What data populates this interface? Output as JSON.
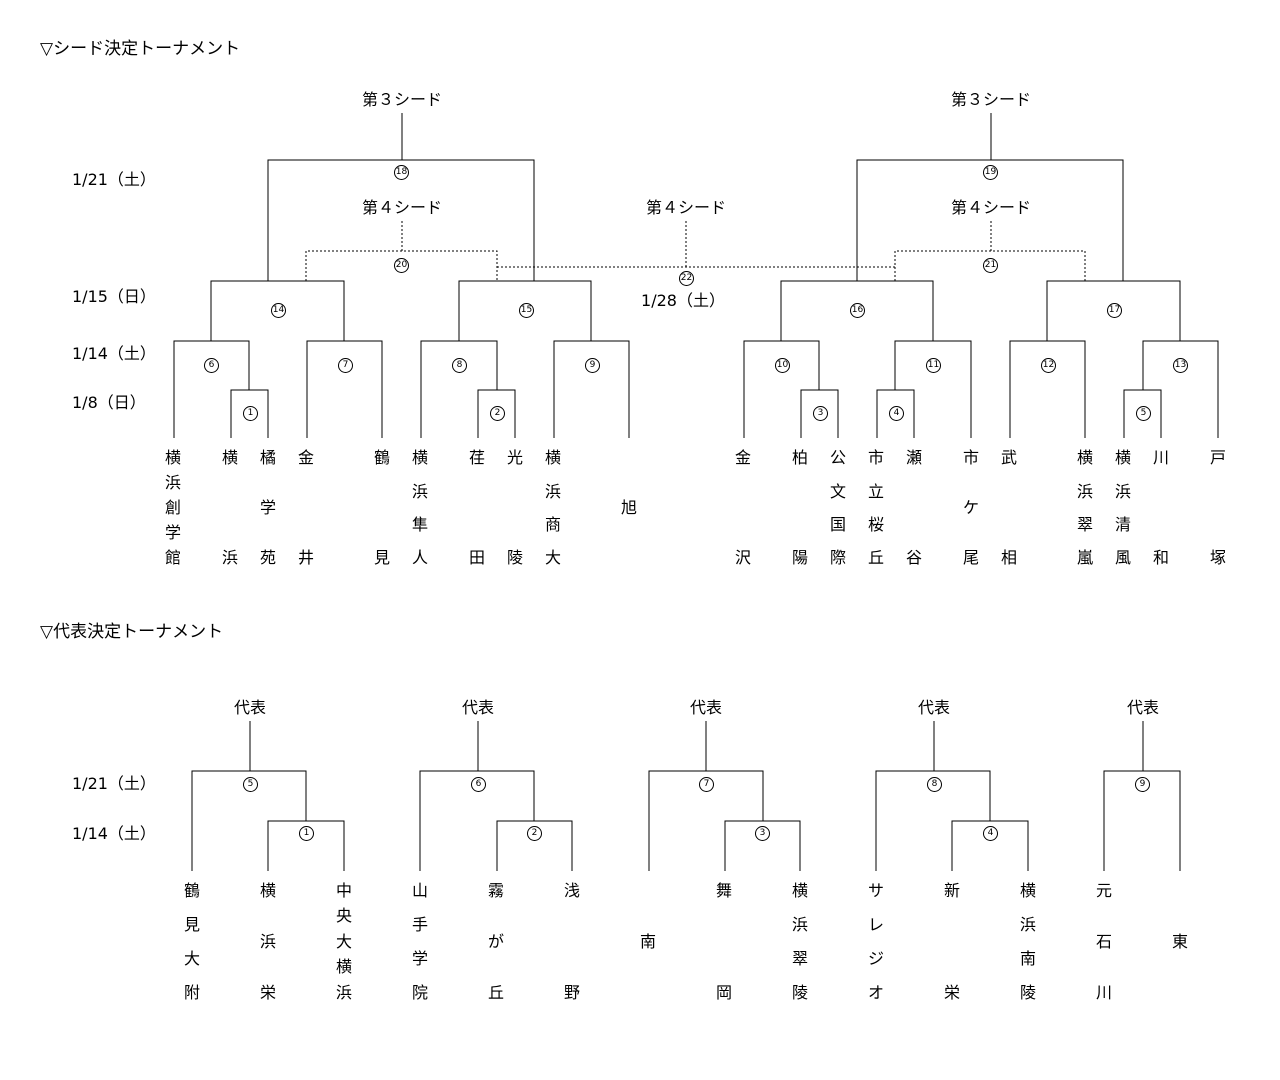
{
  "seed_section": {
    "title": "▽シード決定トーナメント",
    "dates": [
      {
        "label": "1/21（土）"
      },
      {
        "label": "1/15（日）"
      },
      {
        "label": "1/14（土）"
      },
      {
        "label": "1/8（日）"
      }
    ],
    "seed_labels": [
      {
        "label": "第３シード"
      },
      {
        "label": "第３シード"
      },
      {
        "label": "第４シード"
      },
      {
        "label": "第４シード"
      },
      {
        "label": "第４シード"
      }
    ],
    "extra_date": "1/28（土）",
    "matches": [
      {
        "num": "1"
      },
      {
        "num": "2"
      },
      {
        "num": "3"
      },
      {
        "num": "4"
      },
      {
        "num": "5"
      },
      {
        "num": "6"
      },
      {
        "num": "7"
      },
      {
        "num": "8"
      },
      {
        "num": "9"
      },
      {
        "num": "10"
      },
      {
        "num": "11"
      },
      {
        "num": "12"
      },
      {
        "num": "13"
      },
      {
        "num": "14"
      },
      {
        "num": "15"
      },
      {
        "num": "16"
      },
      {
        "num": "17"
      },
      {
        "num": "18"
      },
      {
        "num": "19"
      },
      {
        "num": "20"
      },
      {
        "num": "21"
      },
      {
        "num": "22"
      }
    ],
    "teams": [
      {
        "chars": [
          "横",
          "浜",
          "創",
          "学",
          "館"
        ]
      },
      {
        "chars": [
          "横",
          "浜"
        ]
      },
      {
        "chars": [
          "橘",
          "学",
          "苑"
        ]
      },
      {
        "chars": [
          "金",
          "井"
        ]
      },
      {
        "chars": [
          "鶴",
          "見"
        ]
      },
      {
        "chars": [
          "横",
          "浜",
          "隼",
          "人"
        ]
      },
      {
        "chars": [
          "荏",
          "田"
        ]
      },
      {
        "chars": [
          "光",
          "陵"
        ]
      },
      {
        "chars": [
          "横",
          "浜",
          "商",
          "大"
        ]
      },
      {
        "chars": [
          "旭"
        ]
      },
      {
        "chars": [
          "金",
          "沢"
        ]
      },
      {
        "chars": [
          "柏",
          "陽"
        ]
      },
      {
        "chars": [
          "公",
          "文",
          "国",
          "際"
        ]
      },
      {
        "chars": [
          "市",
          "立",
          "桜",
          "丘"
        ]
      },
      {
        "chars": [
          "瀬",
          "谷"
        ]
      },
      {
        "chars": [
          "市",
          "ケ",
          "尾"
        ]
      },
      {
        "chars": [
          "武",
          "相"
        ]
      },
      {
        "chars": [
          "横",
          "浜",
          "翠",
          "嵐"
        ]
      },
      {
        "chars": [
          "横",
          "浜",
          "清",
          "風"
        ]
      },
      {
        "chars": [
          "川",
          "和"
        ]
      },
      {
        "chars": [
          "戸",
          "塚"
        ]
      }
    ]
  },
  "rep_section": {
    "title": "▽代表決定トーナメント",
    "dates": [
      {
        "label": "1/21（土）"
      },
      {
        "label": "1/14（土）"
      }
    ],
    "rep_labels": [
      {
        "label": "代表"
      },
      {
        "label": "代表"
      },
      {
        "label": "代表"
      },
      {
        "label": "代表"
      },
      {
        "label": "代表"
      }
    ],
    "matches": [
      {
        "num": "1"
      },
      {
        "num": "2"
      },
      {
        "num": "3"
      },
      {
        "num": "4"
      },
      {
        "num": "5"
      },
      {
        "num": "6"
      },
      {
        "num": "7"
      },
      {
        "num": "8"
      },
      {
        "num": "9"
      }
    ],
    "teams": [
      {
        "chars": [
          "鶴",
          "見",
          "大",
          "附"
        ]
      },
      {
        "chars": [
          "横",
          "浜",
          "栄"
        ]
      },
      {
        "chars": [
          "中",
          "央",
          "大",
          "横",
          "浜"
        ]
      },
      {
        "chars": [
          "山",
          "手",
          "学",
          "院"
        ]
      },
      {
        "chars": [
          "霧",
          "が",
          "丘"
        ]
      },
      {
        "chars": [
          "浅",
          "野"
        ]
      },
      {
        "chars": [
          "南"
        ]
      },
      {
        "chars": [
          "舞",
          "岡"
        ]
      },
      {
        "chars": [
          "横",
          "浜",
          "翠",
          "陵"
        ]
      },
      {
        "chars": [
          "サ",
          "レ",
          "ジ",
          "オ"
        ]
      },
      {
        "chars": [
          "新",
          "栄"
        ]
      },
      {
        "chars": [
          "横",
          "浜",
          "南",
          "陵"
        ]
      },
      {
        "chars": [
          "元",
          "石",
          "川"
        ]
      },
      {
        "chars": [
          "東"
        ]
      }
    ]
  }
}
